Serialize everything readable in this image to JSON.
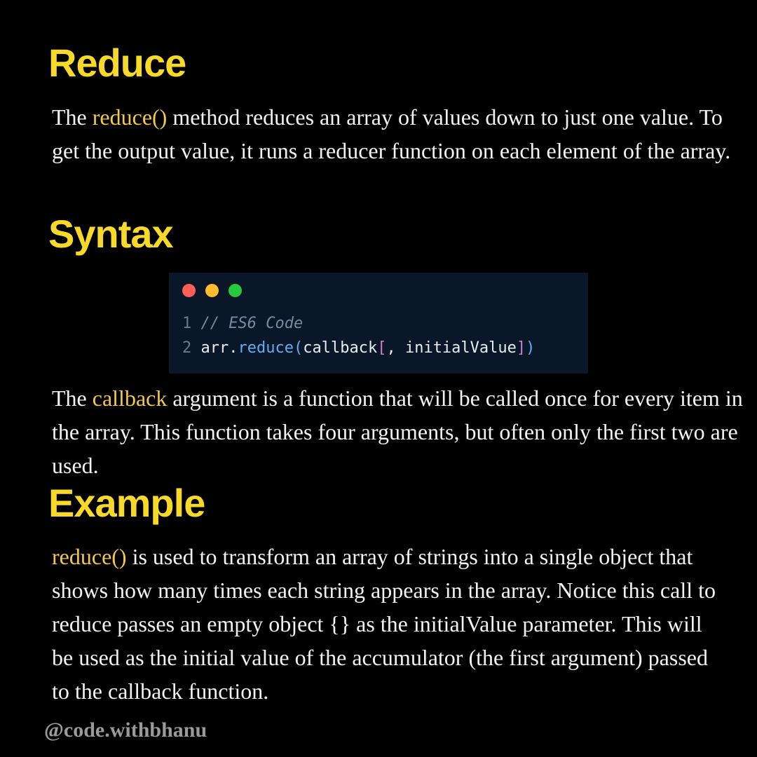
{
  "colors": {
    "background": "#000000",
    "heading": "#f7d92a",
    "body_text": "#f2f2f2",
    "highlight": "#f2c94c",
    "code_bg": "#0a1728",
    "watermark": "#9a9a9a"
  },
  "sections": {
    "reduce": {
      "heading": "Reduce",
      "para": {
        "before": "The ",
        "highlight": "reduce()",
        "after": " method reduces an array of values down to just one value. To get the output value, it runs a reducer function on each element of the array."
      }
    },
    "syntax": {
      "heading": "Syntax",
      "code_window": {
        "dots": [
          "red-dot",
          "yellow-dot",
          "green-dot"
        ],
        "lines": [
          {
            "number": "1",
            "comment": "// ES6 Code"
          },
          {
            "number": "2",
            "object": "arr",
            "dot": ".",
            "method": "reduce",
            "open": "(",
            "arg": "callback",
            "bracket_open": "[",
            "sep": ", ",
            "arg2": "initialValue",
            "bracket_close": "]",
            "close": ")"
          }
        ]
      },
      "para": {
        "before": "The ",
        "highlight": "callback",
        "after": " argument is a function that will be called once for every item in the array. This function takes four arguments, but often only the first two are used."
      }
    },
    "example": {
      "heading": "Example",
      "para": {
        "highlight": "reduce()",
        "after": " is used to transform an array of strings into a single object that shows how many times each string appears in the array. Notice this call to reduce passes an empty object {} as the initialValue parameter. This will be used as the initial value of the accumulator (the first argument) passed to the callback function."
      }
    }
  },
  "watermark": "@code.withbhanu"
}
